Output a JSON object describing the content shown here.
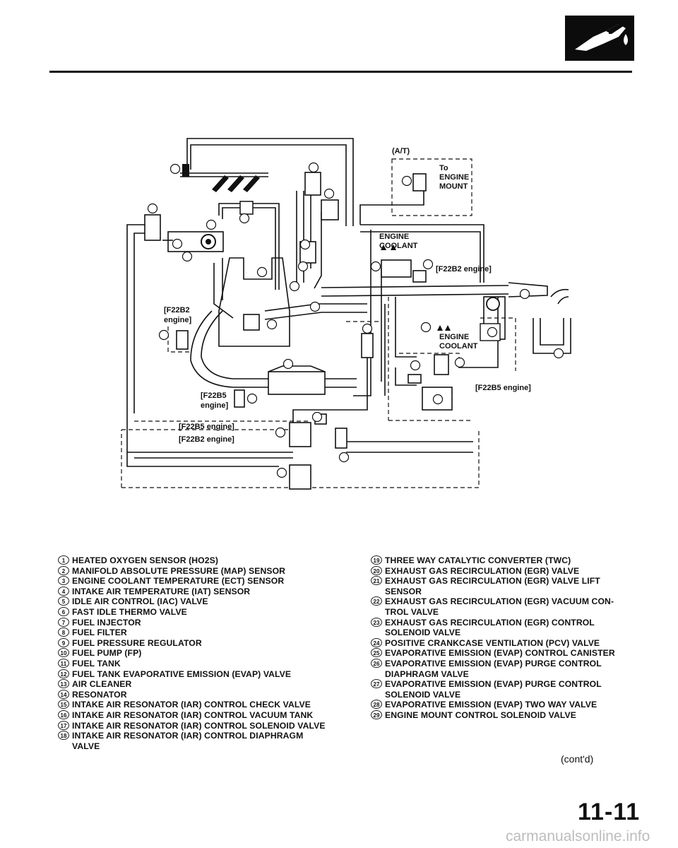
{
  "diagram": {
    "labels": {
      "at": "(A/T)",
      "to": "To",
      "engine_mount_1": "ENGINE",
      "engine_mount_2": "MOUNT",
      "engine_coolant_top_1": "ENGINE",
      "engine_coolant_top_2": "COOLANT",
      "f22b2_engine_right": "[F22B2 engine]",
      "f22b2_left_1": "[F22B2",
      "f22b2_left_2": "engine]",
      "engine_coolant_mid_1": "ENGINE",
      "engine_coolant_mid_2": "COOLANT",
      "f22b5_engine_right": "[F22B5 engine]",
      "f22b5_left_1": "[F22B5",
      "f22b5_left_2": "engine]",
      "f22b5_engine_bottom": "[F22B5 engine]",
      "f22b2_engine_bottom": "[F22B2 engine]"
    }
  },
  "legend": {
    "column1": [
      {
        "num": "1",
        "text": "HEATED OXYGEN SENSOR (HO2S)"
      },
      {
        "num": "2",
        "text": "MANIFOLD ABSOLUTE PRESSURE (MAP) SENSOR"
      },
      {
        "num": "3",
        "text": "ENGINE COOLANT TEMPERATURE (ECT) SENSOR"
      },
      {
        "num": "4",
        "text": "INTAKE AIR TEMPERATURE (IAT) SENSOR"
      },
      {
        "num": "5",
        "text": "IDLE AIR CONTROL (IAC) VALVE"
      },
      {
        "num": "6",
        "text": "FAST IDLE THERMO VALVE"
      },
      {
        "num": "7",
        "text": "FUEL INJECTOR"
      },
      {
        "num": "8",
        "text": "FUEL FILTER"
      },
      {
        "num": "9",
        "text": "FUEL PRESSURE REGULATOR"
      },
      {
        "num": "10",
        "text": "FUEL PUMP (FP)"
      },
      {
        "num": "11",
        "text": "FUEL TANK"
      },
      {
        "num": "12",
        "text": "FUEL TANK EVAPORATIVE EMISSION (EVAP) VALVE"
      },
      {
        "num": "13",
        "text": "AIR CLEANER"
      },
      {
        "num": "14",
        "text": "RESONATOR"
      },
      {
        "num": "15",
        "text": "INTAKE AIR RESONATOR (IAR) CONTROL CHECK VALVE"
      },
      {
        "num": "16",
        "text": "INTAKE AIR RESONATOR (IAR) CONTROL VACUUM TANK"
      },
      {
        "num": "17",
        "text": "INTAKE AIR RESONATOR (IAR) CONTROL SOLENOID VALVE"
      },
      {
        "num": "18",
        "text": "INTAKE AIR RESONATOR (IAR) CONTROL DIAPHRAGM VALVE"
      }
    ],
    "column2": [
      {
        "num": "19",
        "text": "THREE WAY CATALYTIC CONVERTER (TWC)"
      },
      {
        "num": "20",
        "text": "EXHAUST GAS RECIRCULATION (EGR) VALVE"
      },
      {
        "num": "21",
        "text": "EXHAUST GAS RECIRCULATION (EGR) VALVE LIFT SENSOR"
      },
      {
        "num": "22",
        "text": "EXHAUST GAS RECIRCULATION (EGR) VACUUM CON- TROL VALVE"
      },
      {
        "num": "23",
        "text": "EXHAUST GAS RECIRCULATION (EGR) CONTROL SOLENOID VALVE"
      },
      {
        "num": "24",
        "text": "POSITIVE CRANKCASE VENTILATION (PCV) VALVE"
      },
      {
        "num": "25",
        "text": "EVAPORATIVE EMISSION (EVAP) CONTROL CANISTER"
      },
      {
        "num": "26",
        "text": "EVAPORATIVE EMISSION (EVAP) PURGE CONTROL DIAPHRAGM VALVE"
      },
      {
        "num": "27",
        "text": "EVAPORATIVE EMISSION (EVAP) PURGE CONTROL SOLENOID VALVE"
      },
      {
        "num": "28",
        "text": "EVAPORATIVE EMISSION (EVAP) TWO WAY VALVE"
      },
      {
        "num": "29",
        "text": "ENGINE MOUNT CONTROL SOLENOID VALVE"
      }
    ]
  },
  "footer": {
    "contd": "(cont'd)",
    "page_number": "11-11",
    "watermark": "carmanualsonline.info"
  },
  "colors": {
    "ink": "#111111",
    "watermark": "#bdbdbd"
  },
  "icons": {
    "header": "fuel-injector-icon"
  }
}
